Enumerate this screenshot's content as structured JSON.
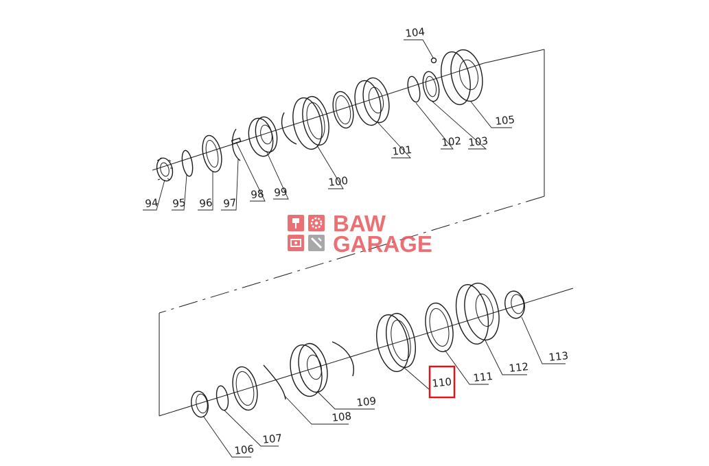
{
  "diagram": {
    "callouts": [
      "94",
      "95",
      "96",
      "97",
      "98",
      "99",
      "100",
      "101",
      "102",
      "103",
      "104",
      "105",
      "106",
      "107",
      "108",
      "109",
      "110",
      "111",
      "112",
      "113"
    ],
    "highlighted_callout": "110",
    "highlight_color": "#e0151b",
    "line_color": "#1a1a1a"
  },
  "watermark": {
    "line1": "BAW",
    "line2": "GARAGE",
    "color": "#e8585c",
    "icons": [
      "piston-icon",
      "gear-icon",
      "engine-icon",
      "spark-plug-icon"
    ]
  }
}
